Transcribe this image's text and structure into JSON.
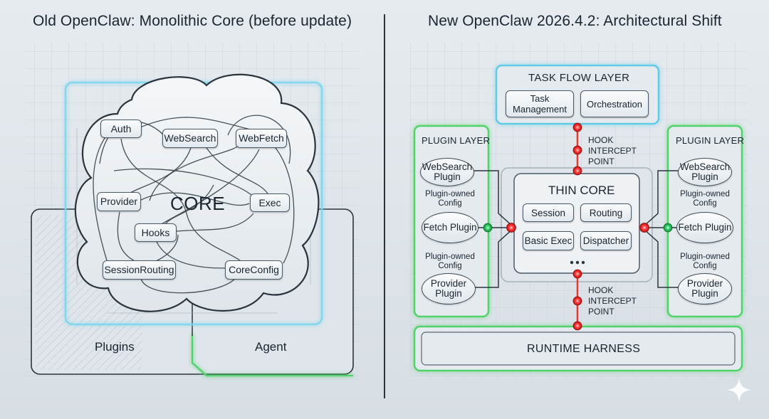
{
  "left": {
    "title": "Old OpenClaw: Monolithic Core (before update)",
    "core_label": "CORE",
    "nodes": {
      "auth": "Auth",
      "websearch": "WebSearch",
      "webfetch": "WebFetch",
      "provider": "Provider",
      "exec": "Exec",
      "hooks": "Hooks",
      "sessionrouting": "SessionRouting",
      "coreconfig": "CoreConfig"
    },
    "plugins_label": "Plugins",
    "agent_label": "Agent"
  },
  "right": {
    "title": "New OpenClaw 2026.4.2: Architectural Shift",
    "task_flow": {
      "title": "TASK FLOW LAYER",
      "task_management": "Task Management",
      "orchestration": "Orchestration"
    },
    "hook_top": "HOOK INTERCEPT POINT",
    "hook_bottom": "HOOK INTERCEPT POINT",
    "thin_core": {
      "title": "THIN CORE",
      "session": "Session",
      "routing": "Routing",
      "basic_exec": "Basic Exec",
      "dispatcher": "Dispatcher"
    },
    "plugin_left": {
      "title": "PLUGIN LAYER",
      "websearch": "WebSearch Plugin",
      "config1": "Plugin-owned Config",
      "fetch": "Fetch Plugin",
      "config2": "Plugin-owned Config",
      "provider": "Provider Plugin"
    },
    "plugin_right": {
      "title": "PLUGIN LAYER",
      "websearch": "WebSearch Plugin",
      "config1": "Plugin-owned Config",
      "fetch": "Fetch Plugin",
      "config2": "Plugin-owned Config",
      "provider": "Provider Plugin"
    },
    "runtime": "RUNTIME HARNESS"
  },
  "colors": {
    "cyan_glow": "#5ecbe8",
    "green_glow": "#4fd36a",
    "red_point": "#e53935",
    "green_point": "#2ecc71",
    "line_dark": "#2b343c"
  }
}
